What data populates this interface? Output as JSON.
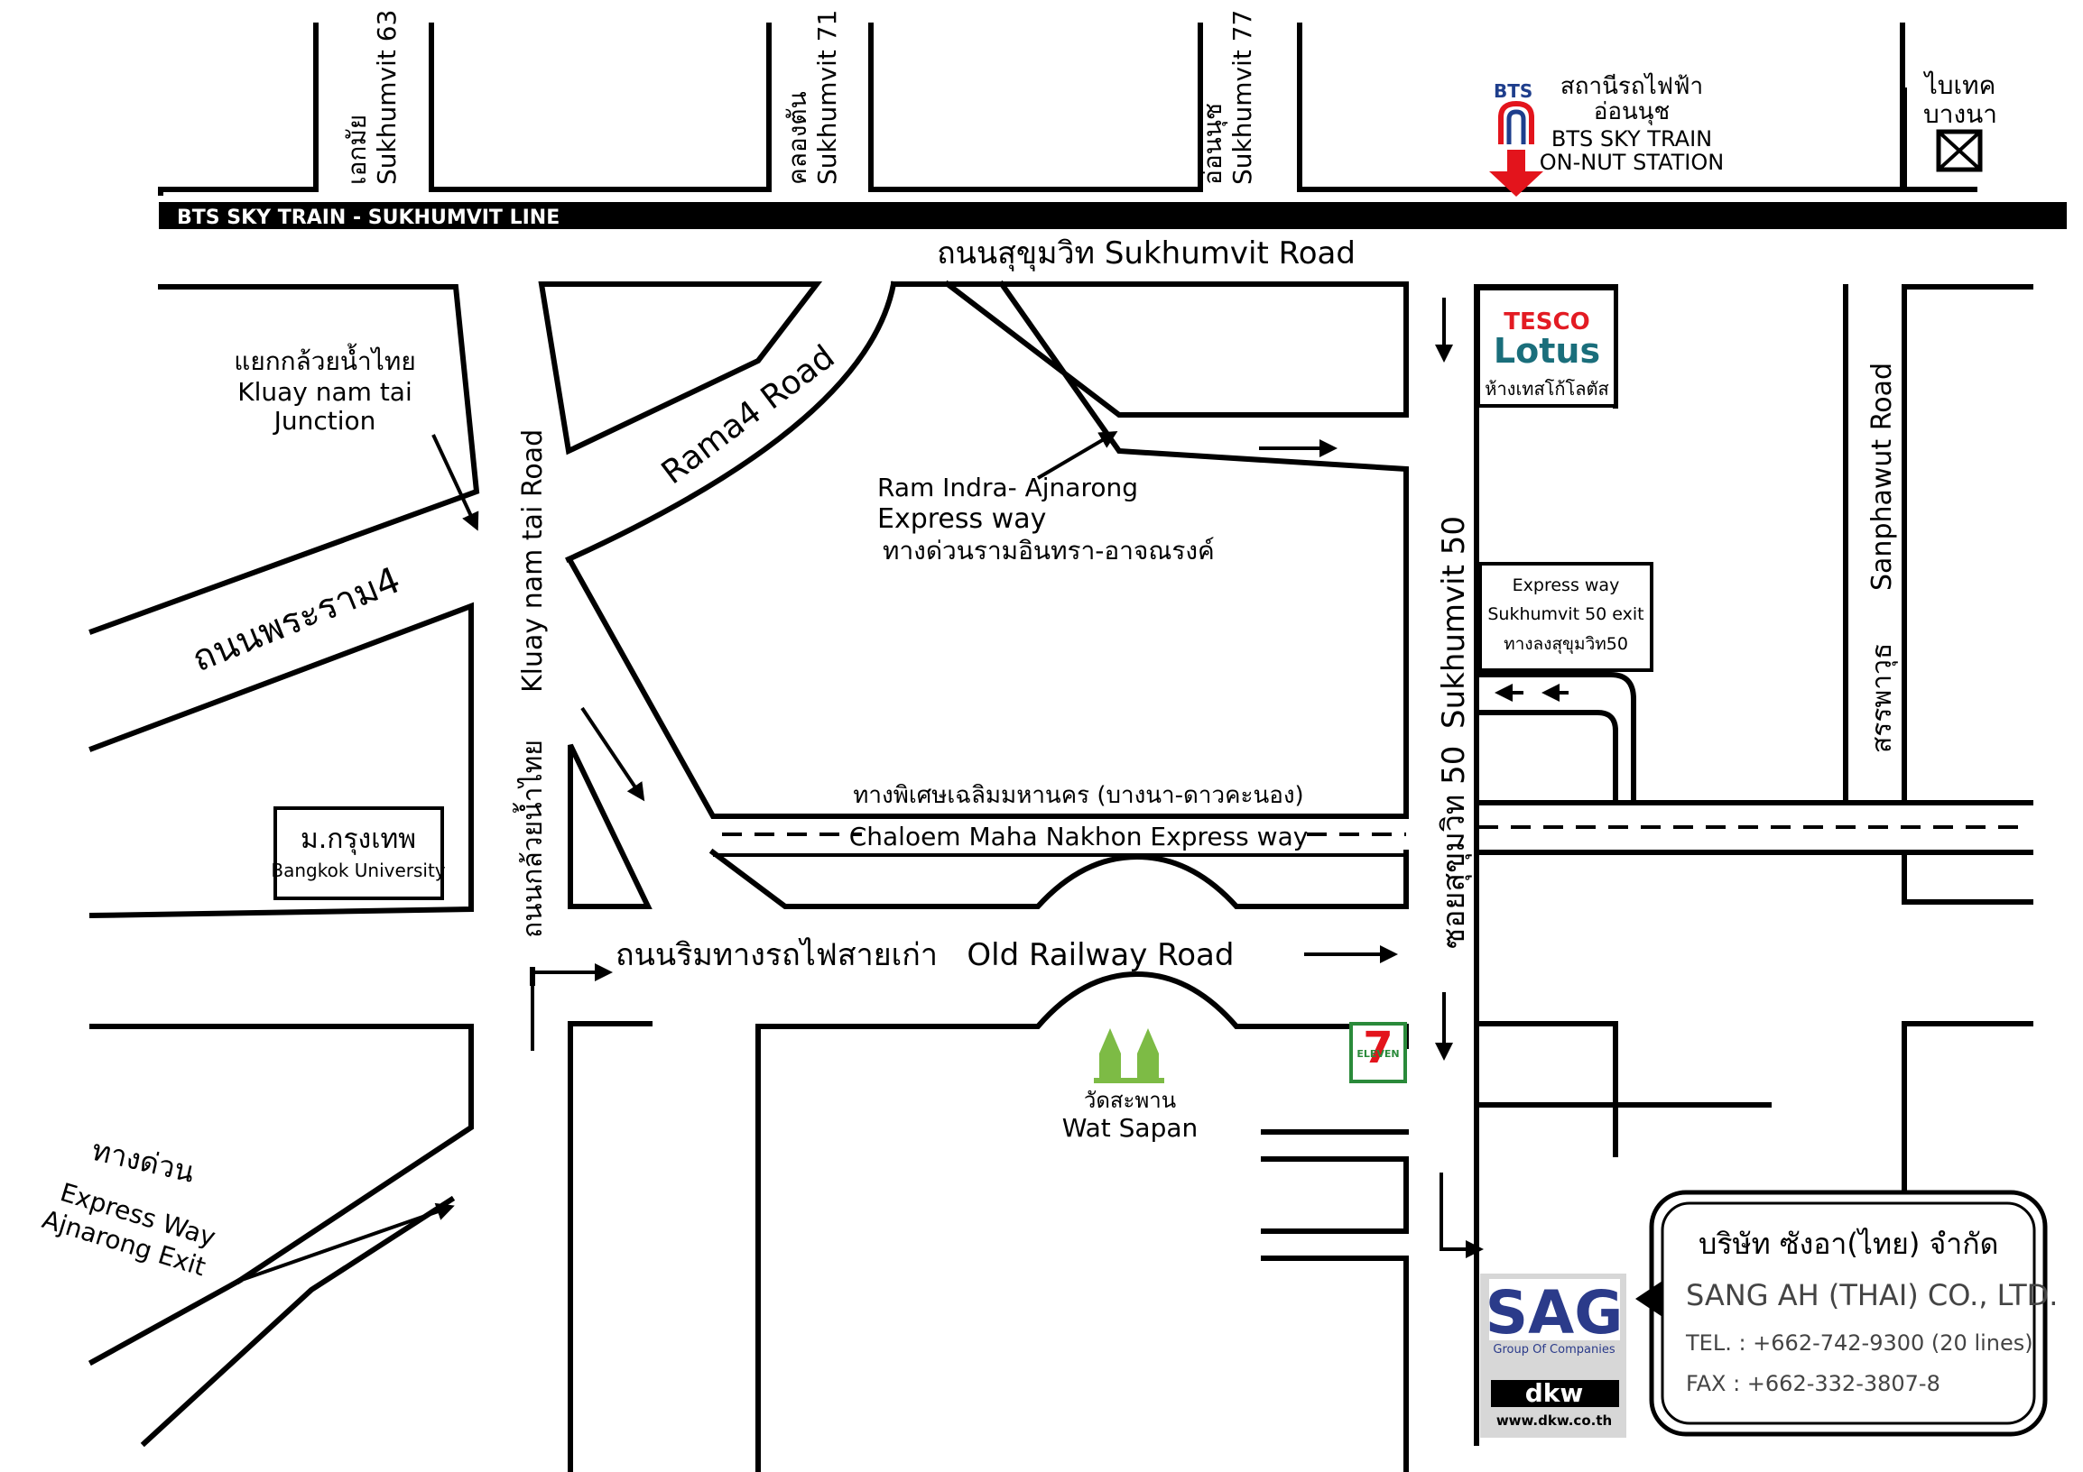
{
  "rail": {
    "label": "BTS SKY TRAIN - SUKHUMVIT LINE"
  },
  "top_streets": {
    "s63_th": "เอกมัย",
    "s63_en": "Sukhumvit 63",
    "s71_th": "คลองตัน",
    "s71_en": "Sukhumvit 71",
    "s77_th": "อ่อนนุช",
    "s77_en": "Sukhumvit 77"
  },
  "bts_station": {
    "logo": "BTS",
    "th_1": "สถานีรถไฟฟ้า",
    "th_2": "อ่อนนุช",
    "en_1": "BTS SKY TRAIN",
    "en_2": "ON-NUT STATION"
  },
  "bitec": {
    "th_1": "ไบเทค",
    "th_2": "บางนา"
  },
  "roads": {
    "sukhumvit": "ถนนสุขุมวิท Sukhumvit Road",
    "rama4_en": "Rama4 Road",
    "rama4_th": "ถนนพระราม4",
    "kluay_en": "Kluay nam tai Road",
    "kluay_th": "ถนนกล้วยน้ำไทย",
    "old_railway": "ถนนริมทางรถไฟสายเก่า   Old Railway Road",
    "soi50_en": "Sukhumvit 50",
    "soi50_th": "ซอยสุขุมวิท 50",
    "sanphawut_en": "Sanphawut Road",
    "sanphawut_th": "สรรพาวุธ",
    "chaloem_th": "ทางพิเศษเฉลิมมหานคร (บางนา-ดาวคะนอง)",
    "chaloem_en": "Chaloem Maha Nakhon Express way"
  },
  "junction": {
    "th": "แยกกล้วยน้ำไทย",
    "en_1": "Kluay nam tai",
    "en_2": "Junction"
  },
  "ramindra": {
    "en_1": "Ram Indra- Ajnarong",
    "en_2": "Express way",
    "th": "ทางด่วนรามอินทรา-อาจณรงค์"
  },
  "exit50": {
    "l1": "Express way",
    "l2": "Sukhumvit 50 exit",
    "l3": "ทางลงสุขุมวิท50"
  },
  "tesco": {
    "brand1": "TESCO",
    "brand2": "Lotus",
    "th": "ห้างเทสโก้โลตัส"
  },
  "bangkok_univ": {
    "th": "ม.กรุงเทพ",
    "en": "Bangkok University"
  },
  "wat": {
    "th": "วัดสะพาน",
    "en": "Wat Sapan"
  },
  "seven": {
    "logo": "ELEVEN"
  },
  "expressway_exit": {
    "th": "ทางด่วน",
    "en_1": "Express Way",
    "en_2": "Ajnarong Exit"
  },
  "company": {
    "th": "บริษัท ซังอา(ไทย) จำกัด",
    "en": "SANG AH (THAI) CO., LTD.",
    "tel": "TEL. : +662-742-9300 (20 lines)",
    "fax": "FAX : +662-332-3807-8",
    "logo_text": "SAG",
    "logo_sub": "Group Of Companies",
    "dkw": "dkw",
    "url": "www.dkw.co.th"
  },
  "colors": {
    "bts_red": "#e3141c",
    "bts_blue": "#1e3e8c",
    "tesco_red": "#e31b23",
    "tesco_teal": "#1a6e7b",
    "wat_green": "#7dbb45",
    "sag_blue": "#2b3b8a"
  }
}
